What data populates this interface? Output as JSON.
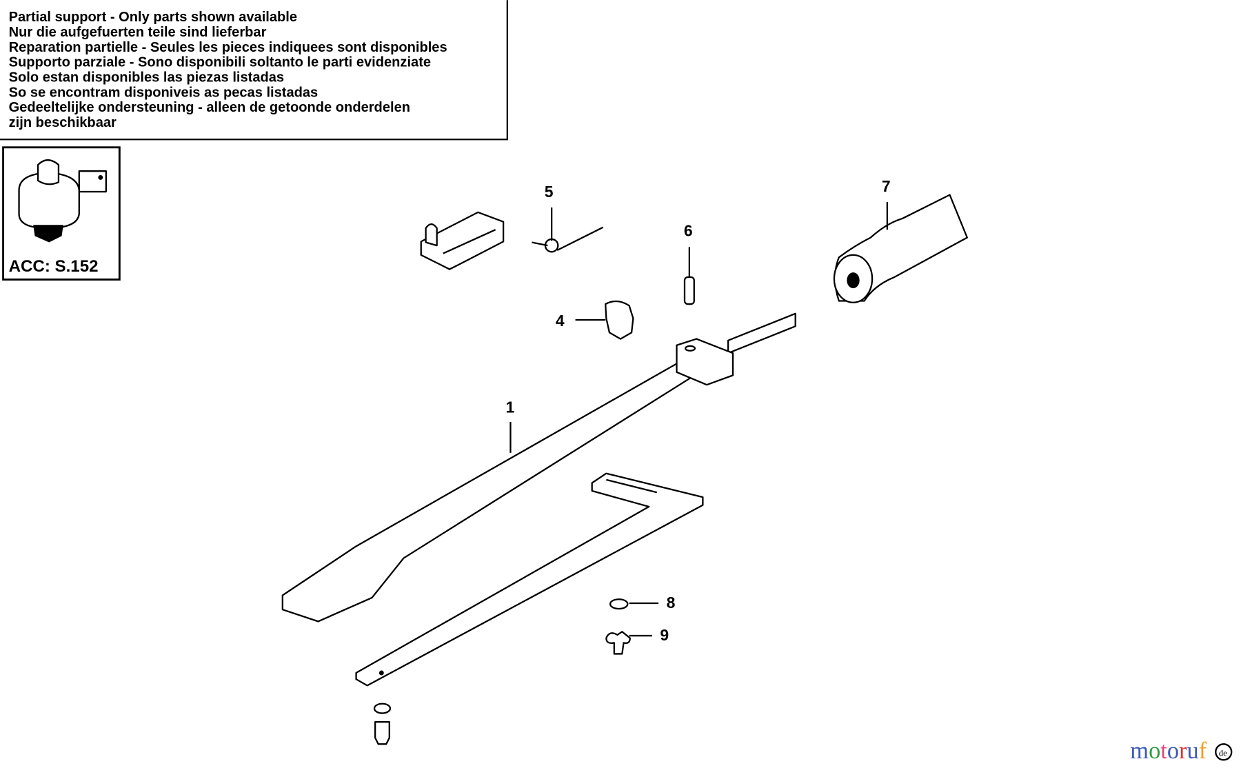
{
  "notice": {
    "lines": [
      "Partial support - Only parts shown available",
      "Nur die aufgefuerten teile sind lieferbar",
      "Reparation partielle - Seules les pieces indiquees sont disponibles",
      "Supporto parziale - Sono disponibili soltanto le parti evidenziate",
      "Solo estan disponibles las piezas listadas",
      "So se encontram disponiveis as pecas listadas",
      "Gedeeltelijke ondersteuning - alleen de getoonde onderdelen",
      "zijn beschikbaar"
    ]
  },
  "accessory": {
    "label": "ACC: S.152",
    "icon": "ratchet-head-icon"
  },
  "callouts": {
    "p1": "1",
    "p4": "4",
    "p5": "5",
    "p6": "6",
    "p7": "7",
    "p8": "8",
    "p9": "9"
  },
  "watermark": {
    "text": "motoruf",
    "suffix": "de",
    "colors": [
      "#3b5bb5",
      "#2e9e3e",
      "#e0457b",
      "#3b5bb5",
      "#d33",
      "#3b5bb5",
      "#f0a020"
    ]
  }
}
